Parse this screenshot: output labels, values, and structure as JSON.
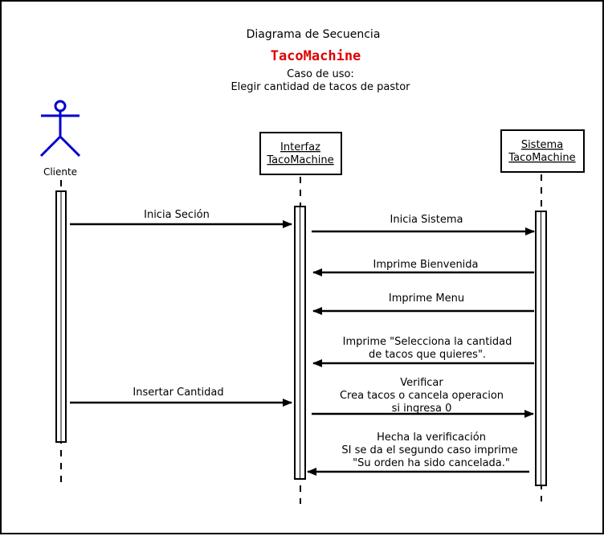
{
  "header": {
    "title": "Diagrama de Secuencia",
    "brand": "TacoMachine",
    "use_case_label": "Caso de uso:",
    "use_case": "Elegir cantidad de tacos de pastor"
  },
  "colors": {
    "brand": "#e00000",
    "actor": "#0000cc",
    "line": "#000000"
  },
  "participants": {
    "cliente": {
      "label": "Cliente",
      "icon": "stick-figure-actor-icon"
    },
    "interfaz": {
      "line1": "Interfaz",
      "line2": "TacoMachine"
    },
    "sistema": {
      "line1": "Sistema",
      "line2": "TacoMachine"
    }
  },
  "messages": {
    "m1": {
      "text": "Inicia Seción"
    },
    "m2": {
      "text": "Inicia Sistema"
    },
    "m3": {
      "text": "Imprime Bienvenida"
    },
    "m4": {
      "text": "Imprime Menu"
    },
    "m5": {
      "line1": "Imprime \"Selecciona la cantidad",
      "line2": "de tacos que quieres\"."
    },
    "m6": {
      "text": "Insertar Cantidad"
    },
    "m7": {
      "line1": "Verificar",
      "line2": "Crea tacos o cancela operacion",
      "line3": "si ingresa 0"
    },
    "m8": {
      "line1": "Hecha la verificación",
      "line2": "SI se da el segundo caso imprime",
      "line3": "\"Su orden ha sido cancelada.\""
    }
  }
}
